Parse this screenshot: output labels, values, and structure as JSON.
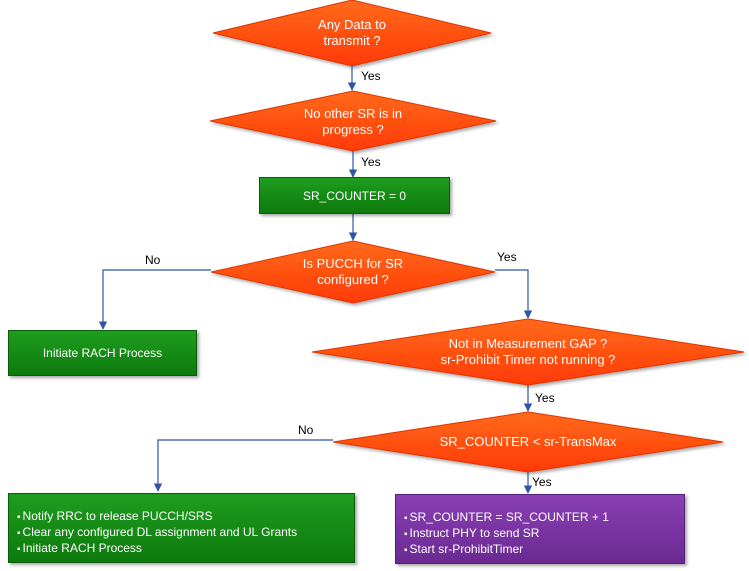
{
  "nodes": {
    "decision_any_data": {
      "line1": "Any Data to",
      "line2": "transmit ?"
    },
    "decision_no_other_sr": {
      "line1": "No other SR is in",
      "line2": "progress ?"
    },
    "process_sr_counter_reset": {
      "label": "SR_COUNTER = 0"
    },
    "decision_pucch": {
      "line1": "Is PUCCH for SR",
      "line2": "configured ?"
    },
    "process_rach": {
      "label": "Initiate RACH Process"
    },
    "decision_measurement_gap": {
      "line1": "Not in Measurement GAP ?",
      "line2": "sr-Prohibit Timer not running ?"
    },
    "decision_trans_max": {
      "line1": "SR_COUNTER < sr-TransMax"
    },
    "process_release": {
      "items": [
        "Notify RRC to release PUCCH/SRS",
        "Clear any configured DL assignment and UL Grants",
        "Initiate RACH Process"
      ]
    },
    "process_send_sr": {
      "items": [
        "SR_COUNTER = SR_COUNTER + 1",
        "Instruct PHY to send SR",
        "Start sr-ProhibitTimer"
      ]
    }
  },
  "edge_labels": {
    "any_data_yes": "Yes",
    "no_other_sr_yes": "Yes",
    "pucch_no": "No",
    "pucch_yes": "Yes",
    "measurement_gap_yes": "Yes",
    "trans_max_no": "No",
    "trans_max_yes": "Yes"
  },
  "colors": {
    "decision_fill": "#ff4a0a",
    "process_green": "#138a13",
    "process_purple": "#7a35a3",
    "connector": "#2f55a4"
  }
}
